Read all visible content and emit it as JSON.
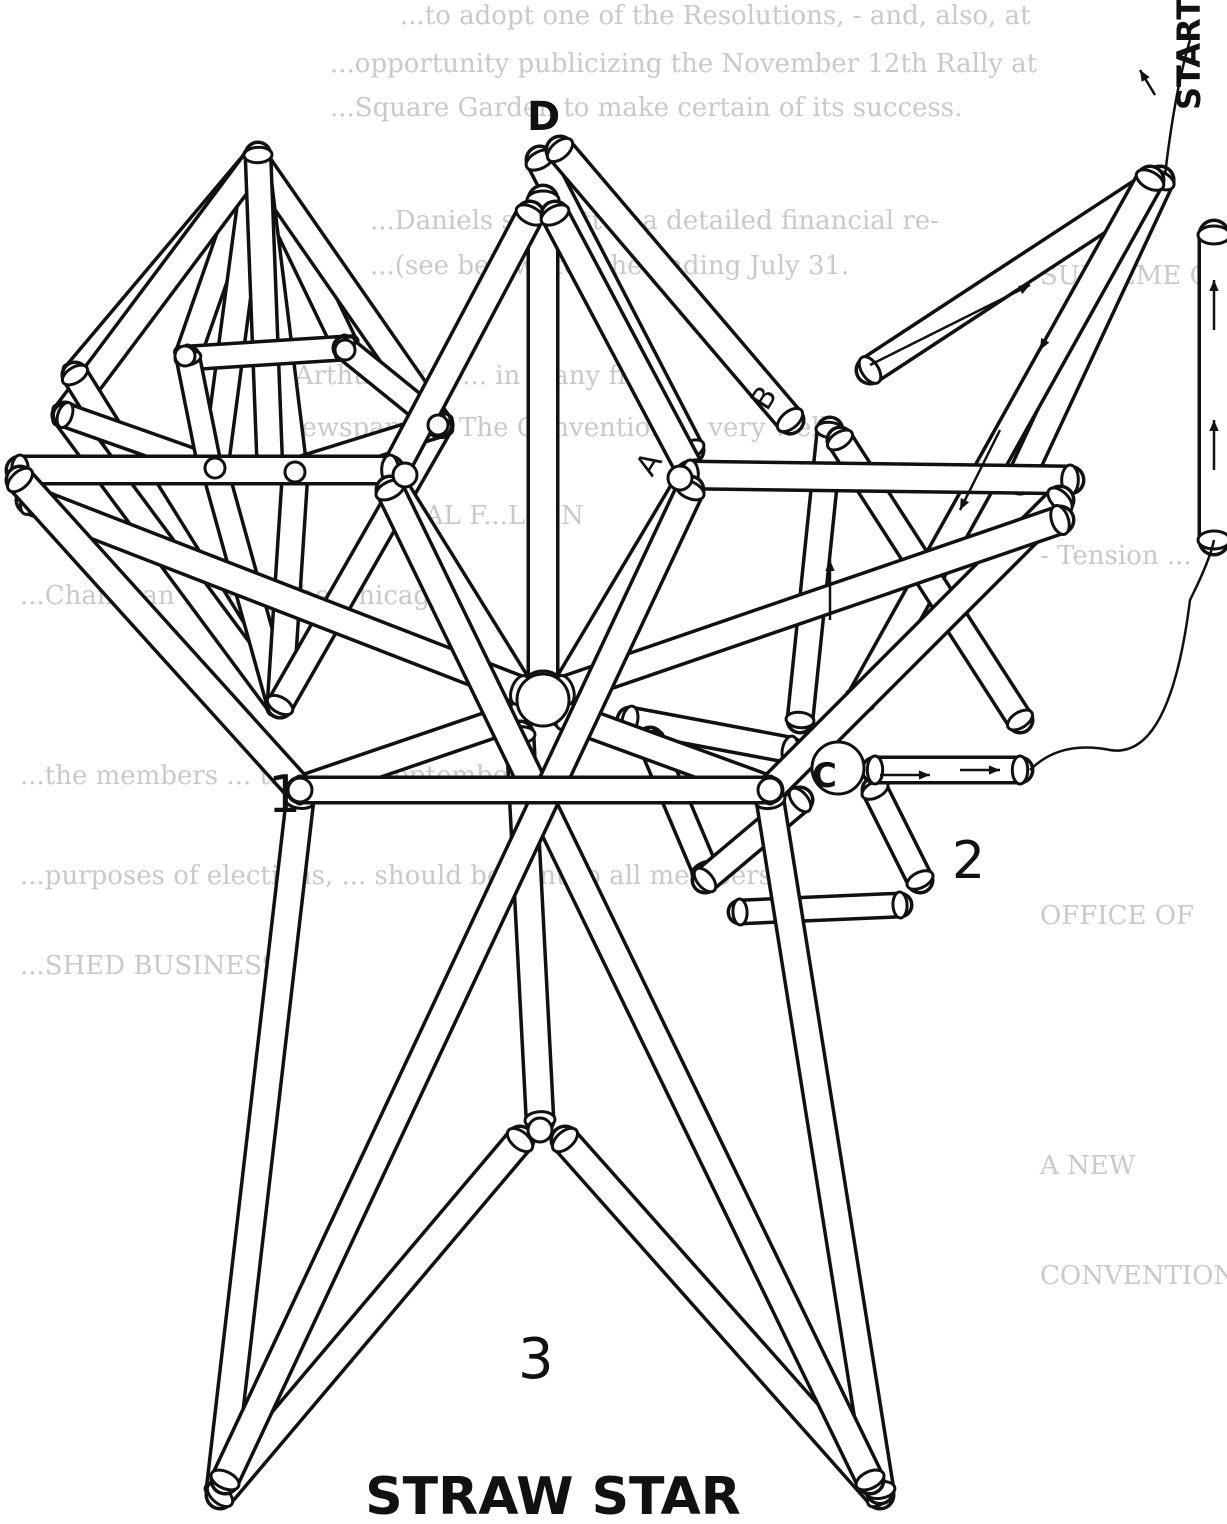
{
  "background_text": {
    "lines": [
      "...to adopt one of the Resolutions, - and, also, at",
      "...opportunity publicizing the November 12th Rally at",
      "...Square Garden to make certain of its success.",
      "...Daniels submitted a detailed financial re-",
      "...(see below) for the ending July 31.",
      "...Arthur Dyer ... in many fine",
      "...newspapers. The Convention ... very well.",
      "...Chairman Dyer ... the Chicago. ...",
      "...the members ... the next September ...",
      "...purposes of elections, ... should be sent to all members."
    ],
    "right_column": [
      "SUPREME CO",
      "- Tension ...",
      "OFFICE OF",
      "A NEW",
      "CONVENTION"
    ],
    "headings": [
      "...SHED BUSINESS",
      "...AL F...L TIN"
    ]
  },
  "figure": {
    "title": "STRAW STAR",
    "steps": [
      {
        "number": "1",
        "description_label": ""
      },
      {
        "number": "2",
        "description_label": ""
      },
      {
        "number": "3",
        "description_label": ""
      }
    ],
    "point_labels": {
      "a": "A",
      "b": "B",
      "c": "C",
      "d": "D",
      "start": "START"
    }
  }
}
